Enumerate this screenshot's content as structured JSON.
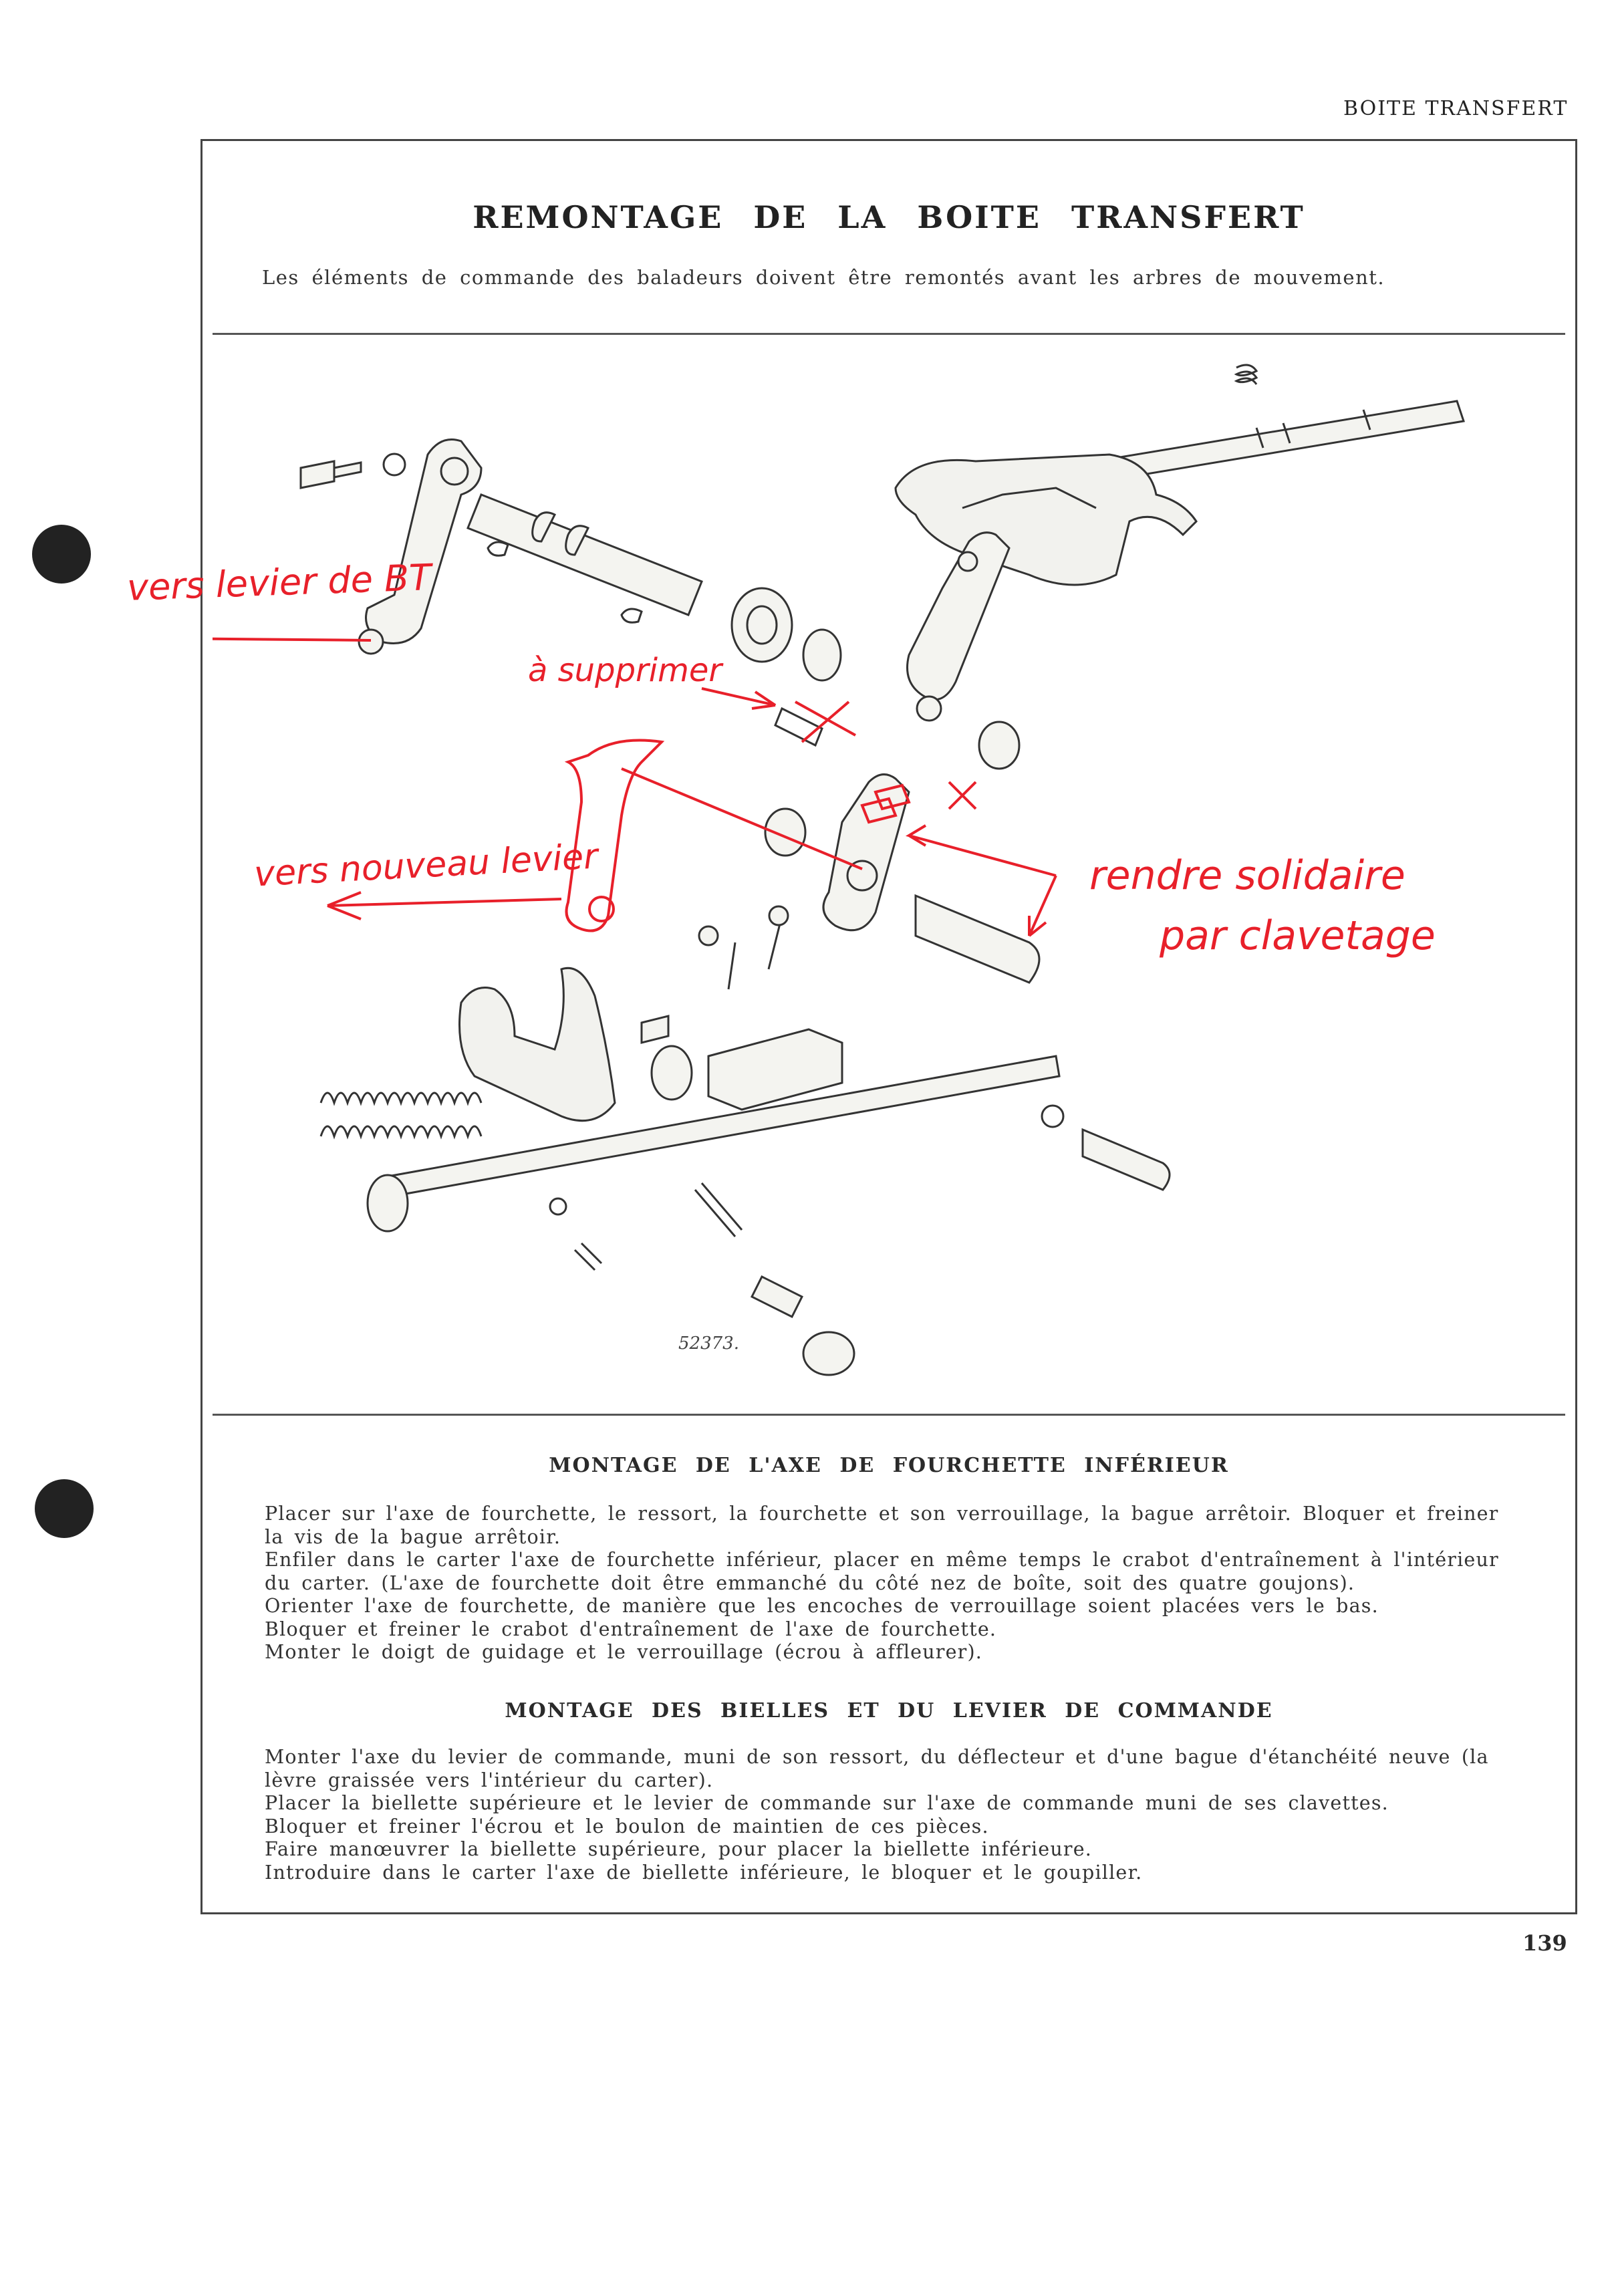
{
  "running_head": "BOITE TRANSFERT",
  "title": "REMONTAGE DE LA BOITE TRANSFERT",
  "subtitle": "Les éléments de commande des baladeurs doivent être remontés avant les arbres de mouvement.",
  "figure": {
    "number": "52373.",
    "annotations": {
      "to_bt_lever": "vers levier de BT",
      "remove": "à supprimer",
      "to_new_lever": "vers nouveau levier",
      "key_line1": "rendre solidaire",
      "key_line2": "par clavetage"
    }
  },
  "sections": [
    {
      "heading": "MONTAGE DE L'AXE DE FOURCHETTE INFÉRIEUR",
      "lines": [
        "Placer sur l'axe de fourchette, le ressort, la fourchette et son verrouillage, la bague arrêtoir. Bloquer et freiner",
        "la vis de la bague arrêtoir.",
        "Enfiler dans le carter l'axe de fourchette inférieur, placer en même temps le crabot d'entraînement à l'intérieur",
        "du carter. (L'axe de fourchette doit être emmanché du côté nez de boîte, soit des quatre goujons).",
        "Orienter l'axe de fourchette, de manière que les encoches de verrouillage soient placées vers le bas.",
        "Bloquer et freiner le crabot d'entraînement de l'axe de fourchette.",
        "Monter le doigt de guidage et le verrouillage (écrou à affleurer)."
      ]
    },
    {
      "heading": "MONTAGE DES BIELLES ET DU LEVIER DE COMMANDE",
      "lines": [
        "Monter l'axe du levier de commande, muni de son ressort, du déflecteur et d'une bague d'étanchéité neuve (la",
        "lèvre graissée vers l'intérieur du carter).",
        "Placer la biellette supérieure et le levier de commande sur l'axe de commande muni de ses clavettes.",
        "Bloquer et freiner l'écrou et le boulon de maintien de ces pièces.",
        "Faire manœuvrer la biellette supérieure, pour placer la biellette inférieure.",
        "Introduire dans le carter l'axe de biellette inférieure, le bloquer et le goupiller."
      ]
    }
  ],
  "page_number": "139",
  "colors": {
    "annotation": "#e8202a",
    "ink": "#2a2a2a"
  }
}
